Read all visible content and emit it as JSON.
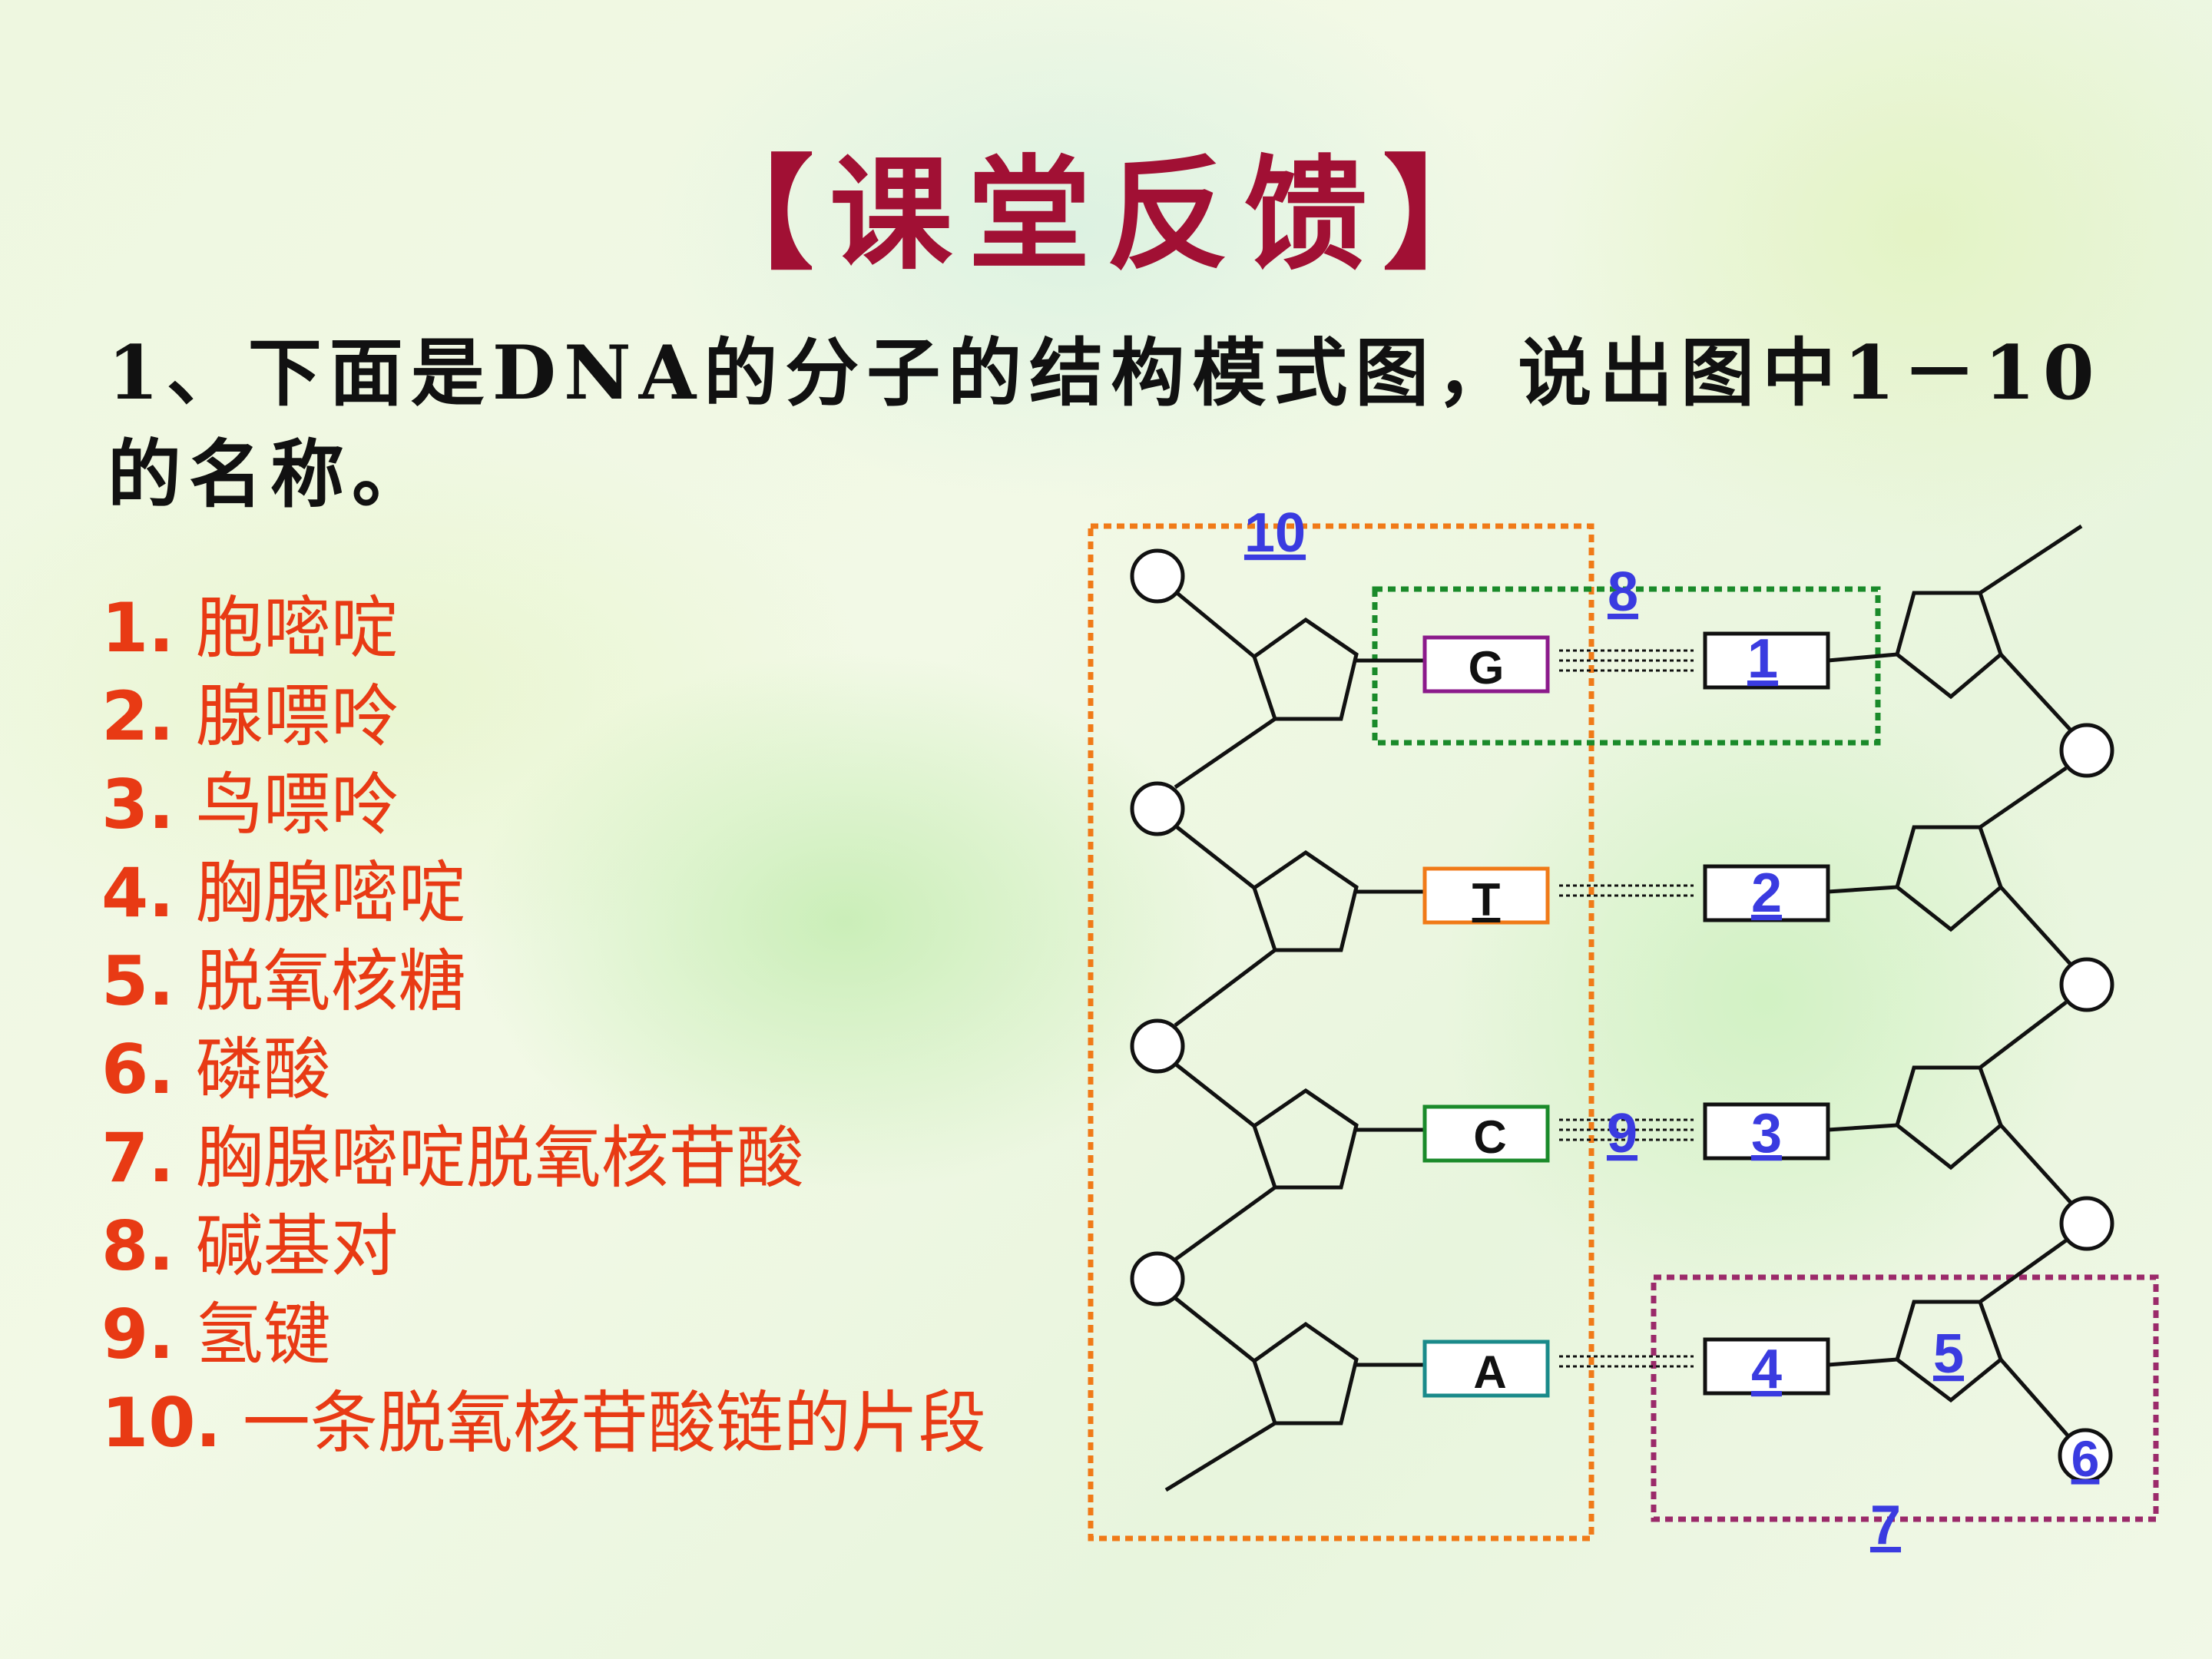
{
  "title": "【课堂反馈】",
  "question": "1、下面是DNA的分子的结构模式图，说出图中1－10的名称。",
  "answers": [
    {
      "num": "1.",
      "text": "胞嘧啶"
    },
    {
      "num": "2.",
      "text": "腺嘌呤"
    },
    {
      "num": "3.",
      "text": "鸟嘌呤"
    },
    {
      "num": "4.",
      "text": "胸腺嘧啶"
    },
    {
      "num": "5.",
      "text": "脱氧核糖"
    },
    {
      "num": "6.",
      "text": "磷酸"
    },
    {
      "num": "7.",
      "text": "胸腺嘧啶脱氧核苷酸"
    },
    {
      "num": "8.",
      "text": "碱基对"
    },
    {
      "num": "9.",
      "text": "氢键"
    },
    {
      "num": "10.",
      "text": "一条脱氧核苷酸链的片段"
    }
  ],
  "diagram": {
    "left_bases": [
      "G",
      "T",
      "C",
      "A"
    ],
    "right_labels": [
      "1",
      "2",
      "3",
      "4"
    ],
    "marker_labels": {
      "strand": "10",
      "pair": "8",
      "bond": "9",
      "sugar": "5",
      "phosphate": "6",
      "nucleotide": "7"
    }
  },
  "colors": {
    "title": "#a11034",
    "answers": "#e83a14",
    "labels": "#3a3be0",
    "box_G": "#8b1a8b",
    "box_T": "#f07a18",
    "box_C": "#1a8a2a",
    "box_A": "#1a8a8a",
    "strand_frame": "#f07a18",
    "pair_frame": "#1a8a2a",
    "nucleotide_frame": "#9b2a6a"
  }
}
